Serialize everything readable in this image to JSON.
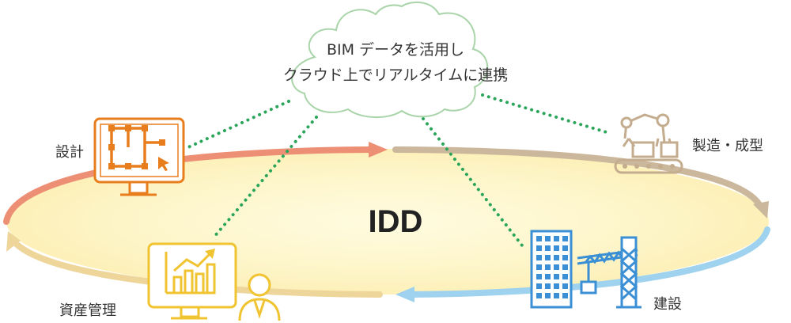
{
  "cloud": {
    "line1": "BIM データを活用し",
    "line2": "クラウド上でリアルタイムに連携"
  },
  "center_label": "IDD",
  "stages": {
    "design": "設計",
    "manufacturing": "製造・成型",
    "construction": "建設",
    "asset_management": "資産管理"
  },
  "colors": {
    "design": "#e87d1e",
    "manufacturing": "#c4ac8e",
    "construction": "#3b8fd4",
    "asset_management": "#f0c431",
    "arrow_design": "#ec8f75",
    "arrow_manufacturing": "#cbb89c",
    "arrow_construction": "#9fd2ee",
    "arrow_asset": "#eed59a",
    "cloud_stroke": "#a9d4a9",
    "dots": "#2aa55a",
    "ellipse_fill": "#fdf6cc"
  },
  "icons": {
    "design": "monitor-blueprint-icon",
    "manufacturing": "robot-arm-conveyor-icon",
    "construction": "building-crane-icon",
    "asset_management": "monitor-chart-person-icon"
  }
}
